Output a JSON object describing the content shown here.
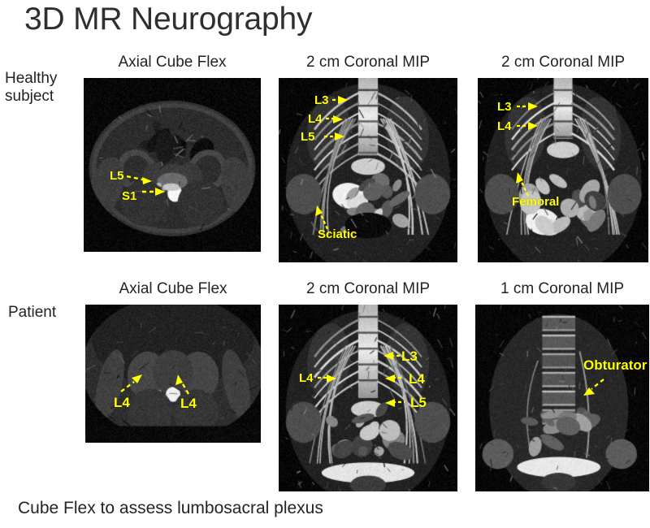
{
  "slide": {
    "title": "3D MR Neurography",
    "footer_caption": "Cube Flex to assess lumbosacral plexus",
    "background_color": "#ffffff",
    "title_color": "#2f2f2f",
    "annotation_color": "#ffff00"
  },
  "rows": [
    {
      "id": "healthy",
      "label": "Healthy\nsubject"
    },
    {
      "id": "patient",
      "label": "Patient"
    }
  ],
  "panels": [
    {
      "id": "healthy-axial",
      "row": "healthy",
      "caption": "Axial Cube Flex",
      "modality": "axial",
      "annotations": [
        {
          "label": "L5",
          "arrow": "dashed-right"
        },
        {
          "label": "S1",
          "arrow": "dashed-right"
        }
      ]
    },
    {
      "id": "healthy-coronal-2cm-a",
      "row": "healthy",
      "caption": "2 cm Coronal MIP",
      "modality": "coronal-mip",
      "annotations": [
        {
          "label": "L3",
          "arrow": "dashed-right"
        },
        {
          "label": "L4",
          "arrow": "dashed-right"
        },
        {
          "label": "L5",
          "arrow": "dashed-right"
        },
        {
          "label": "Sciatic",
          "arrow": "dashed-up"
        }
      ]
    },
    {
      "id": "healthy-coronal-2cm-b",
      "row": "healthy",
      "caption": "2 cm Coronal MIP",
      "modality": "coronal-mip",
      "annotations": [
        {
          "label": "L3",
          "arrow": "dashed-right"
        },
        {
          "label": "L4",
          "arrow": "dashed-right"
        },
        {
          "label": "Femoral",
          "arrow": "dashed-up"
        }
      ]
    },
    {
      "id": "patient-axial",
      "row": "patient",
      "caption": "Axial Cube Flex",
      "modality": "axial",
      "annotations": [
        {
          "label": "L4",
          "arrow": "dashed-up-right"
        },
        {
          "label": "L4",
          "arrow": "dashed-up-left"
        }
      ]
    },
    {
      "id": "patient-coronal-2cm",
      "row": "patient",
      "caption": "2 cm Coronal MIP",
      "modality": "coronal-mip",
      "annotations": [
        {
          "label": "L4",
          "arrow": "dashed-right"
        },
        {
          "label": "L3",
          "arrow": "dashed-left"
        },
        {
          "label": "L4",
          "arrow": "dashed-left"
        },
        {
          "label": "L5",
          "arrow": "dashed-left"
        }
      ]
    },
    {
      "id": "patient-coronal-1cm",
      "row": "patient",
      "caption": "1 cm Coronal MIP",
      "modality": "coronal-mip",
      "annotations": [
        {
          "label": "Obturator",
          "arrow": "dashed-down-left"
        }
      ]
    }
  ],
  "labels": {
    "healthy_axial_L5": "L5",
    "healthy_axial_S1": "S1",
    "healthy_cor_a_L3": "L3",
    "healthy_cor_a_L4": "L4",
    "healthy_cor_a_L5": "L5",
    "healthy_cor_a_sciatic": "Sciatic",
    "healthy_cor_b_L3": "L3",
    "healthy_cor_b_L4": "L4",
    "healthy_cor_b_femoral": "Femoral",
    "patient_axial_L4_left": "L4",
    "patient_axial_L4_right": "L4",
    "patient_cor_L4_left": "L4",
    "patient_cor_L3": "L3",
    "patient_cor_L4_right": "L4",
    "patient_cor_L5": "L5",
    "patient_cor1_obturator": "Obturator"
  },
  "captions": {
    "healthy_axial": "Axial Cube Flex",
    "healthy_cor_a": "2 cm Coronal MIP",
    "healthy_cor_b": "2 cm Coronal MIP",
    "patient_axial": "Axial Cube Flex",
    "patient_cor_2cm": "2 cm Coronal MIP",
    "patient_cor_1cm": "1 cm Coronal MIP"
  }
}
